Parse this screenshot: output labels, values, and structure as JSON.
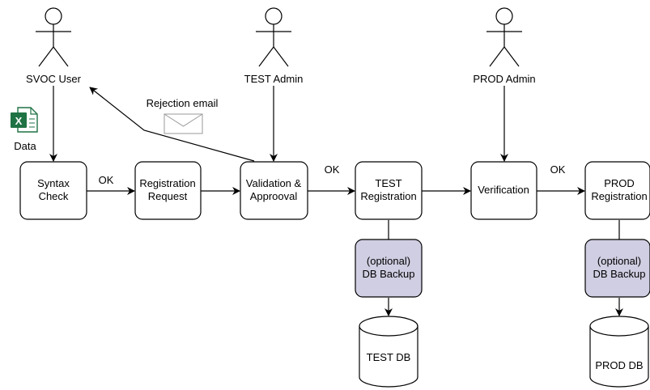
{
  "actors": {
    "svoc_user": "SVOC User",
    "test_admin": "TEST Admin",
    "prod_admin": "PROD Admin"
  },
  "data_icon_label": "Data",
  "rejection_label": "Rejection email",
  "process": {
    "syntax_check": [
      "Syntax",
      "Check"
    ],
    "registration_request": [
      "Registration",
      "Request"
    ],
    "validation_approval": [
      "Validation &",
      "Approoval"
    ],
    "test_registration": [
      "TEST",
      "Registration"
    ],
    "verification": [
      "Verification"
    ],
    "prod_registration": [
      "PROD",
      "Registration"
    ]
  },
  "backups": {
    "test": [
      "(optional)",
      "DB Backup"
    ],
    "prod": [
      "(optional)",
      "DB Backup"
    ]
  },
  "databases": {
    "test": "TEST DB",
    "prod": "PROD DB"
  },
  "edge_labels": {
    "syntax_to_request": "OK",
    "validation_to_test": "OK",
    "verification_to_prod": "OK"
  },
  "colors": {
    "backup_fill": "#d0cee2",
    "node_fill": "#ffffff",
    "stroke": "#000000",
    "excel_green": "#1f7244"
  }
}
